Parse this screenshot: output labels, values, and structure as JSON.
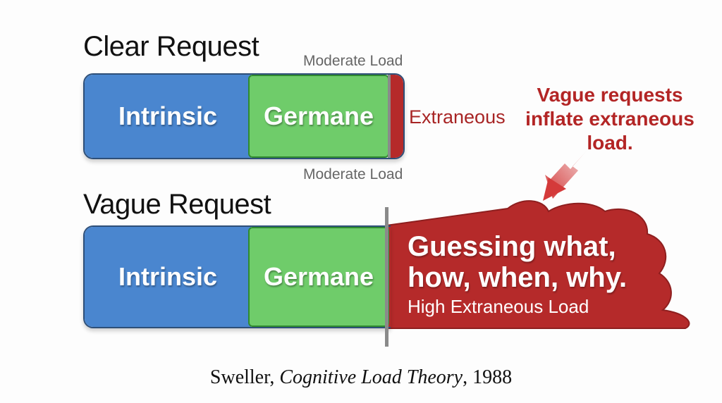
{
  "clear": {
    "title": "Clear Request",
    "load_label_top": "Moderate Load",
    "load_label_bottom": "Moderate Load",
    "intrinsic": "Intrinsic",
    "germane": "Germane",
    "extraneous": "Extraneous"
  },
  "vague": {
    "title": "Vague Request",
    "intrinsic": "Intrinsic",
    "germane": "Germane",
    "cloud_line1": "Guessing what,",
    "cloud_line2": "how, when, why.",
    "cloud_sub": "High Extraneous Load"
  },
  "callout": {
    "line1": "Vague requests",
    "line2": "inflate extraneous",
    "line3": "load."
  },
  "citation": {
    "author": "Sweller, ",
    "work": "Cognitive Load Theory",
    "year": ", 1988"
  },
  "colors": {
    "intrinsic": "#4a86cf",
    "germane": "#6fcc6a",
    "extraneous": "#b52a2a",
    "callout_text": "#b32525"
  }
}
